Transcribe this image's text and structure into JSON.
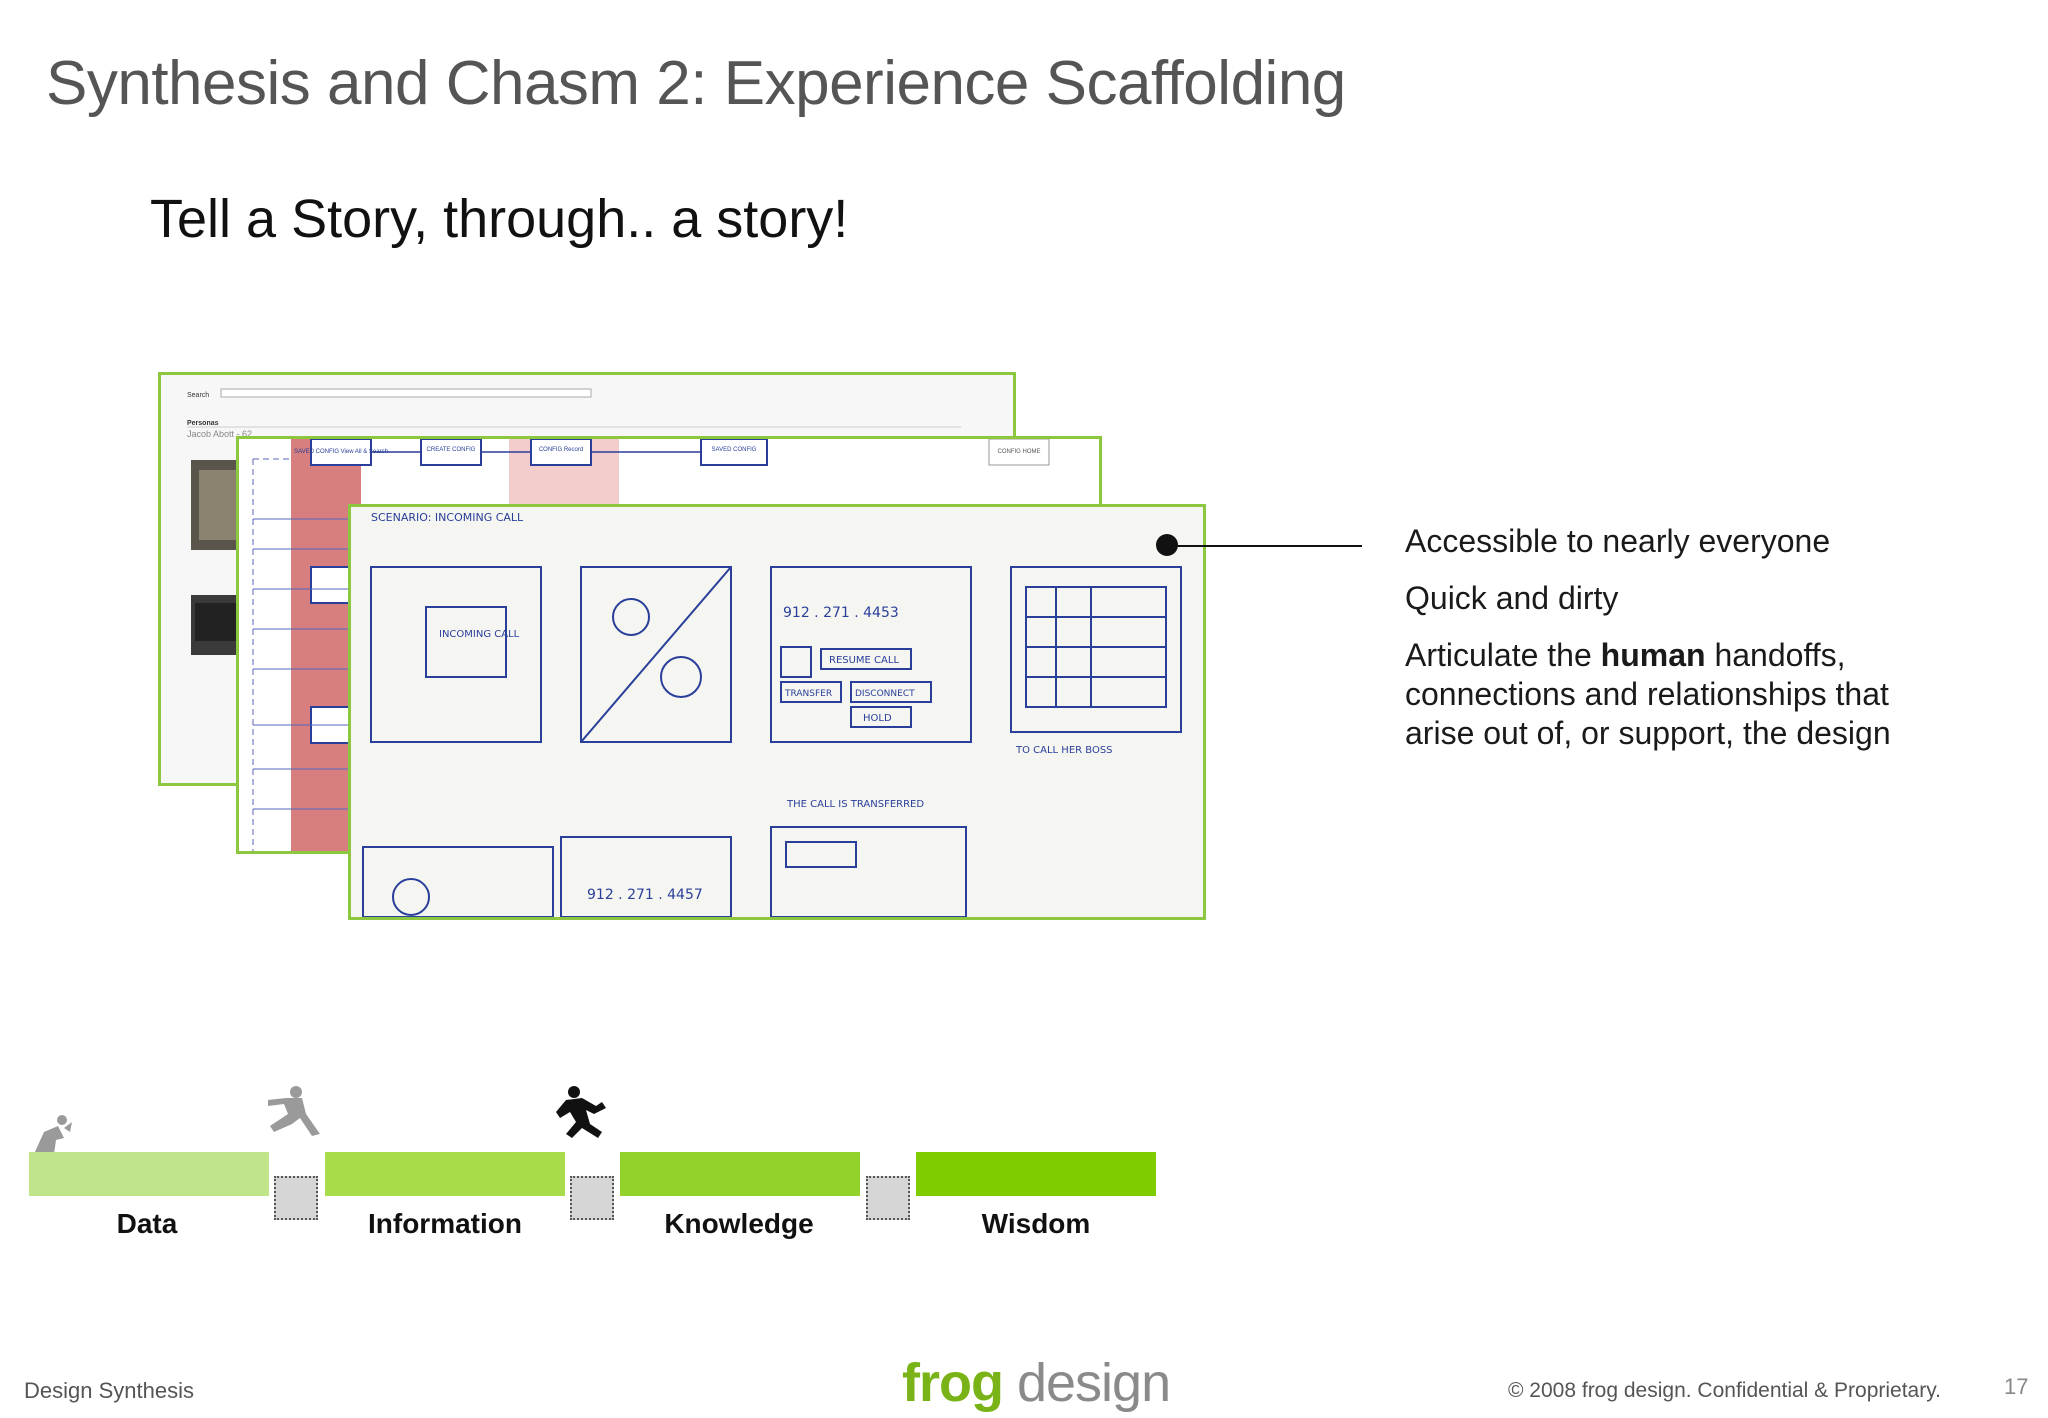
{
  "slide": {
    "title": "Synthesis and Chasm 2: Experience Scaffolding",
    "subtitle": "Tell a Story, through.. a story!"
  },
  "bullets": {
    "b1": "Accessible to nearly everyone",
    "b2": "Quick and dirty",
    "b3_pre": "Articulate the ",
    "b3_bold": "human",
    "b3_post": " handoffs, connections and relationships that arise out of, or support, the design"
  },
  "stages": [
    {
      "label": "Data",
      "color": "#bfe48a"
    },
    {
      "label": "Information",
      "color": "#a8dc4a"
    },
    {
      "label": "Knowledge",
      "color": "#92d22a"
    },
    {
      "label": "Wisdom",
      "color": "#7fcc00"
    }
  ],
  "storyboard": {
    "back_label": "Search",
    "back_section": "Personas",
    "back_persona": "Jacob Abott - 62",
    "mid_boxes": [
      "SAVED CONFIG View All & Search",
      "CREATE CONFIG",
      "CONFIG Record",
      "SAVED CONFIG",
      "CONFIG HOME"
    ],
    "panel_texts": [
      "SCENARIO: INCOMING CALL",
      "INCOMING CALL",
      "912 . 271 . 4453",
      "RESUME CALL",
      "TRANSFER",
      "DISCONNECT",
      "HOLD",
      "TO CALL HER BOSS",
      "THE CALL IS TRANSFERRED",
      "912 . 271 . 4457"
    ]
  },
  "footer": {
    "left": "Design Synthesis",
    "logo_frog": "frog",
    "logo_design": " design",
    "copyright": "© 2008 frog design. Confidential & Proprietary.",
    "page": "17"
  },
  "colors": {
    "sheet_border": "#8dc63f",
    "sketch_ink": "#2a3f9a",
    "accent_red": "#d77e7e"
  }
}
